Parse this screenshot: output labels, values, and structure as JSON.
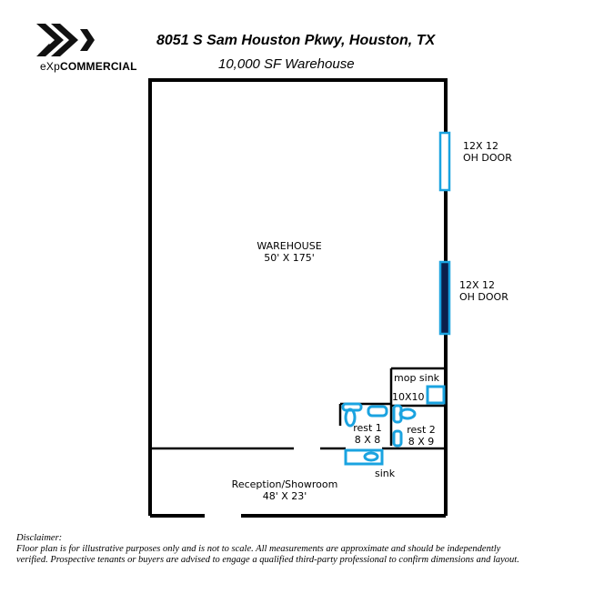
{
  "logo": {
    "brand_prefix": "eXp",
    "brand_suffix": "COMMERCIAL",
    "icon": "exp-logo-icon"
  },
  "header": {
    "title": "8051 S Sam Houston Pkwy, Houston, TX",
    "subtitle": "10,000 SF Warehouse"
  },
  "plan": {
    "rooms": {
      "warehouse": {
        "name": "WAREHOUSE",
        "dims": "50' X 175'"
      },
      "reception": {
        "name": "Reception/Showroom",
        "dims": "48' X 23'"
      },
      "rest1": {
        "name": "rest 1",
        "dims": "8 X 8"
      },
      "rest2": {
        "name": "rest 2",
        "dims": "8 X 9"
      },
      "mop": {
        "name": "mop sink",
        "dims": "10X10"
      }
    },
    "doors": [
      {
        "line1": "12X 12",
        "line2": "OH DOOR"
      },
      {
        "line1": "12X 12",
        "line2": "OH DOOR"
      }
    ],
    "sink_label": "sink",
    "colors": {
      "walls": "#000000",
      "fixtures": "#1aa3e0",
      "door_fill": "#0b1e4a"
    }
  },
  "disclaimer": {
    "heading": "Disclaimer:",
    "body": "Floor plan is for illustrative purposes only and is not to scale. All measurements are approximate and should be independently verified. Prospective tenants or buyers are advised to engage a qualified third-party professional to confirm dimensions and layout."
  }
}
